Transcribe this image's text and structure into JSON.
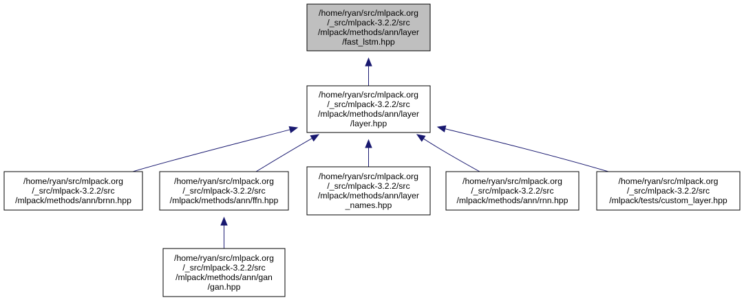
{
  "colors": {
    "highlight_fill": "#bfbfbf",
    "node_fill": "#ffffff",
    "node_border": "#000000",
    "edge": "#191970"
  },
  "nodes": {
    "fast_lstm": {
      "lines": [
        "/home/ryan/src/mlpack.org",
        "/_src/mlpack-3.2.2/src",
        "/mlpack/methods/ann/layer",
        "/fast_lstm.hpp"
      ],
      "highlighted": true
    },
    "layer": {
      "lines": [
        "/home/ryan/src/mlpack.org",
        "/_src/mlpack-3.2.2/src",
        "/mlpack/methods/ann/layer",
        "/layer.hpp"
      ],
      "highlighted": false
    },
    "brnn": {
      "lines": [
        "/home/ryan/src/mlpack.org",
        "/_src/mlpack-3.2.2/src",
        "/mlpack/methods/ann/brnn.hpp"
      ],
      "highlighted": false
    },
    "ffn": {
      "lines": [
        "/home/ryan/src/mlpack.org",
        "/_src/mlpack-3.2.2/src",
        "/mlpack/methods/ann/ffn.hpp"
      ],
      "highlighted": false
    },
    "layer_names": {
      "lines": [
        "/home/ryan/src/mlpack.org",
        "/_src/mlpack-3.2.2/src",
        "/mlpack/methods/ann/layer",
        "_names.hpp"
      ],
      "highlighted": false
    },
    "rnn": {
      "lines": [
        "/home/ryan/src/mlpack.org",
        "/_src/mlpack-3.2.2/src",
        "/mlpack/methods/ann/rnn.hpp"
      ],
      "highlighted": false
    },
    "custom_layer": {
      "lines": [
        "/home/ryan/src/mlpack.org",
        "/_src/mlpack-3.2.2/src",
        "/mlpack/tests/custom_layer.hpp"
      ],
      "highlighted": false
    },
    "gan": {
      "lines": [
        "/home/ryan/src/mlpack.org",
        "/_src/mlpack-3.2.2/src",
        "/mlpack/methods/ann/gan",
        "/gan.hpp"
      ],
      "highlighted": false
    }
  },
  "edges": [
    {
      "from": "layer",
      "to": "fast_lstm"
    },
    {
      "from": "brnn",
      "to": "layer"
    },
    {
      "from": "ffn",
      "to": "layer"
    },
    {
      "from": "layer_names",
      "to": "layer"
    },
    {
      "from": "rnn",
      "to": "layer"
    },
    {
      "from": "custom_layer",
      "to": "layer"
    },
    {
      "from": "gan",
      "to": "ffn"
    }
  ]
}
